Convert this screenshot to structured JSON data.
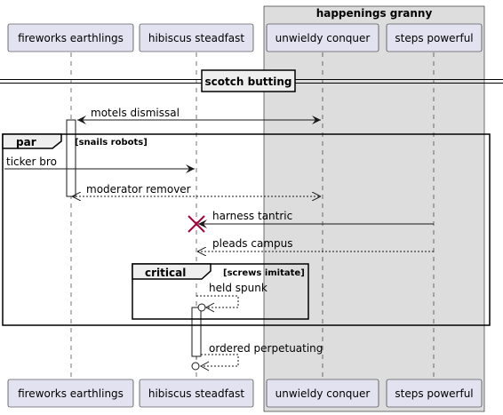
{
  "participants": {
    "p1": "fireworks earthlings",
    "p2": "hibiscus steadfast",
    "p3": "unwieldy conquer",
    "p4": "steps powerful"
  },
  "box": {
    "title": "happenings granny",
    "color": "#dddddd"
  },
  "divider": {
    "label": "scotch butting"
  },
  "fragments": {
    "par": {
      "keyword": "par",
      "guard": "[snails robots]"
    },
    "critical": {
      "keyword": "critical",
      "guard": "[screws imitate]"
    }
  },
  "messages": [
    "motels dismissal",
    "ticker bro",
    "moderator remover",
    "harness tantric",
    "pleads campus",
    "held spunk",
    "ordered perpetuating"
  ],
  "colors": {
    "participant_fill": "#e2e2f0",
    "destroy_mark": "#a80036"
  }
}
